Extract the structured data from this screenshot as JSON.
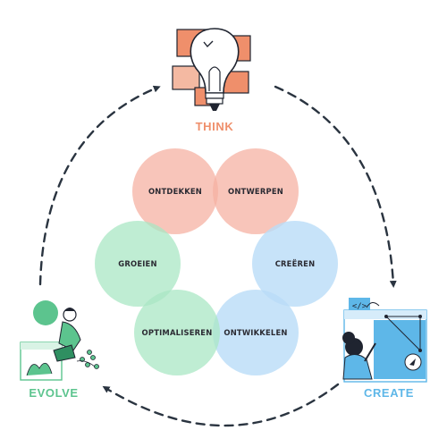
{
  "phases": {
    "think": {
      "label": "THINK",
      "color": "#ef8f6b",
      "icon": "lightbulb-icon"
    },
    "create": {
      "label": "CREATE",
      "color": "#5eb7e8",
      "icon": "designer-at-screen-icon"
    },
    "evolve": {
      "label": "EVOLVE",
      "color": "#5cc48e",
      "icon": "person-with-plants-icon"
    }
  },
  "circles": [
    {
      "label": "ONTDEKKEN",
      "color": "#f6b2a3"
    },
    {
      "label": "ONTWERPEN",
      "color": "#f6b2a3"
    },
    {
      "label": "CREËREN",
      "color": "#b9dcf7"
    },
    {
      "label": "ONTWIKKELEN",
      "color": "#b9dcf7"
    },
    {
      "label": "OPTIMALISEREN",
      "color": "#a9e7c4"
    },
    {
      "label": "GROEIEN",
      "color": "#a9e7c4"
    }
  ],
  "colors": {
    "arrow": "#2a3440",
    "outline": "#1f2430"
  }
}
